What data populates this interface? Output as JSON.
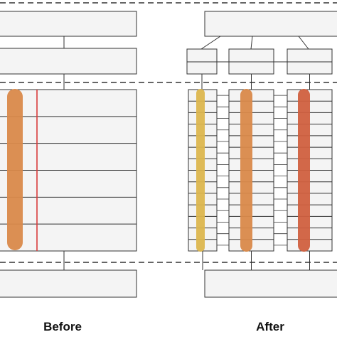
{
  "labels": {
    "before": "Before",
    "after": "After"
  },
  "colors": {
    "background": "#ffffff",
    "box_fill": "#f4f4f4",
    "stroke": "#333333",
    "dashed_line": "#333333",
    "before_highlight": "#d9894a",
    "before_marker_line": "#d93b3b",
    "after_highlight_1": "#dcb64e",
    "after_highlight_2": "#d9894a",
    "after_highlight_3": "#d0603f"
  },
  "diagram": {
    "before": {
      "table_rows": 6,
      "highlight_color_key": "before_highlight"
    },
    "after": {
      "column_count": 3,
      "rows_per_column": 14,
      "highlight_color_keys": [
        "after_highlight_1",
        "after_highlight_2",
        "after_highlight_3"
      ]
    }
  }
}
